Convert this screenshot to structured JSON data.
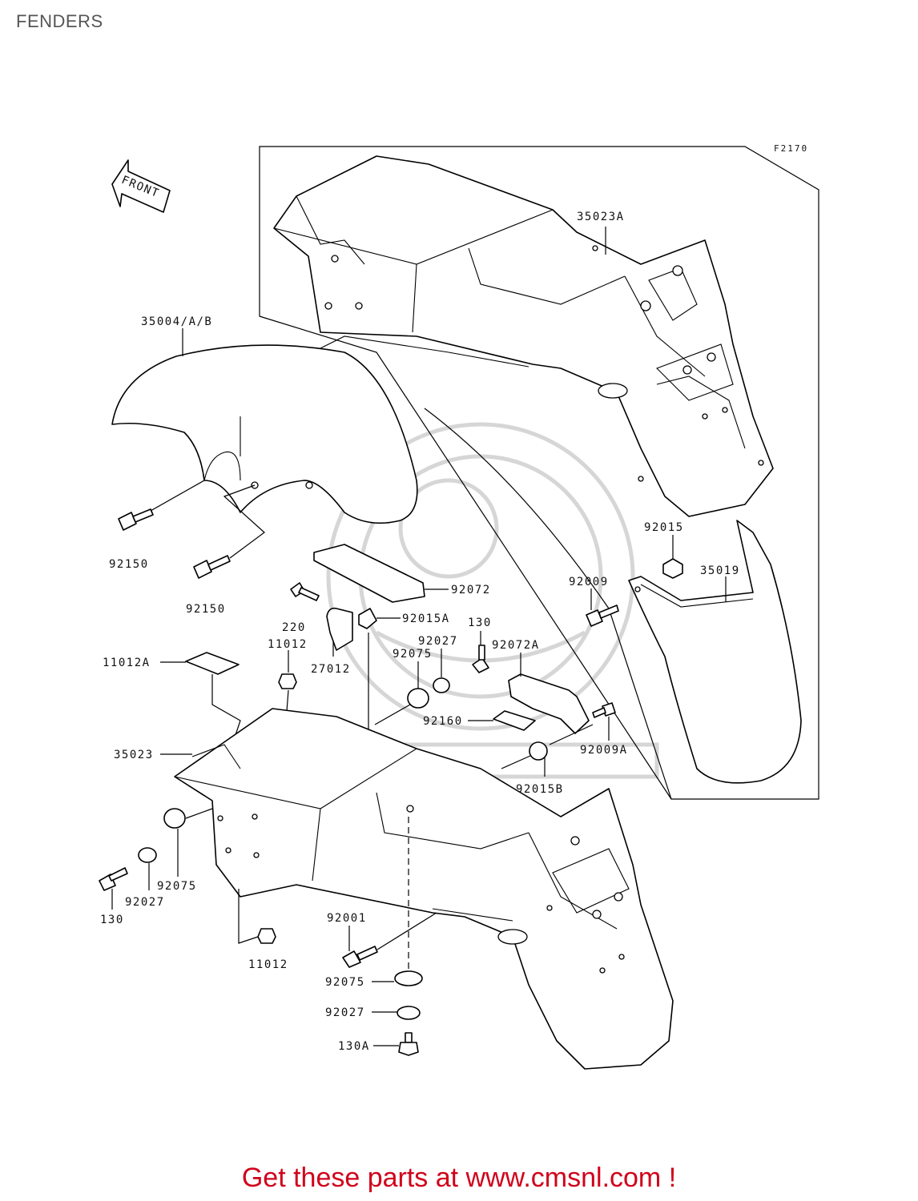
{
  "page": {
    "title": "FENDERS"
  },
  "diagram": {
    "figure_code": "F2170",
    "front_arrow_label": "FRONT",
    "part_labels": {
      "p35004": "35004/A/B",
      "p35023A": "35023A",
      "p92150a": "92150",
      "p92150b": "92150",
      "p92072": "92072",
      "p220": "220",
      "p92015A": "92015A",
      "p11012": "11012",
      "p27012": "27012",
      "p11012A": "11012A",
      "p92027": "92027",
      "p92075": "92075",
      "p130": "130",
      "p92072A": "92072A",
      "p92160": "92160",
      "p92009A": "92009A",
      "p92015B": "92015B",
      "p92015": "92015",
      "p92009": "92009",
      "p35019": "35019",
      "p35023": "35023",
      "p92075b": "92075",
      "p92027b": "92027",
      "p130b": "130",
      "p11012b": "11012",
      "p92001": "92001",
      "p92075c": "92075",
      "p92027c": "92027",
      "p130A": "130A"
    }
  },
  "footer": {
    "text": "Get these parts at www.cmsnl.com !",
    "color": "#d0021b"
  }
}
